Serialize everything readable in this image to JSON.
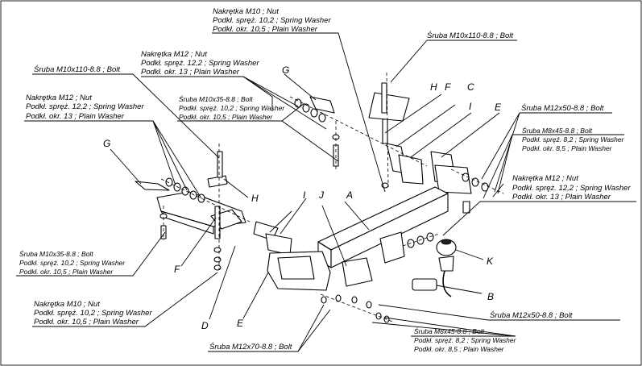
{
  "parts": {
    "A": "A",
    "B": "B",
    "C": "C",
    "D": "D",
    "E": "E",
    "F": "F",
    "G": "G",
    "H": "H",
    "I": "I",
    "J": "J",
    "K": "K"
  },
  "labels": {
    "nut_m10_top": [
      "Nakrętka  M10 ; Nut",
      "Podkł. spręż. 10,2 ; Spring Washer",
      "Podkł. okr. 10,5 ; Plain Washer"
    ],
    "bolt_m10x110_top": "Śruba M10x110-8.8 ;  Bolt",
    "nut_m12_top": [
      "Nakrętka  M12 ; Nut",
      "Podkł. spręż. 12,2 ; Spring Washer",
      "Podkł. okr. 13 ; Plain Washer"
    ],
    "bolt_m10x110_left": "Śruba M10x110-8.8 ;  Bolt",
    "bolt_m10x35_upper": [
      "Śruba M10x35-8.8 ;  Bolt",
      "Podkł. spręż. 10,2 ; Spring Washer",
      "Podkł. okr. 10,5 ; Plain Washer"
    ],
    "nut_m12_left": [
      "Nakrętka  M12 ; Nut",
      "Podkł. spręż. 12,2 ; Spring Washer",
      "Podkł. okr. 13 ; Plain Washer"
    ],
    "bolt_m12x50_right": "Śruba M12x50-8.8 ;  Bolt",
    "bolt_m8x45_right": [
      "Śruba M8x45-8.8 ;  Bolt",
      "Podkł. spręż. 8,2 ; Spring Washer",
      "Podkł. okr. 8,5 ; Plain Washer"
    ],
    "nut_m12_right": [
      "Nakrętka  M12 ; Nut",
      "Podkł. spręż. 12,2 ; Spring Washer",
      "Podkł. okr. 13 ; Plain Washer"
    ],
    "bolt_m10x35_lower": [
      "Śruba M10x35-8.8 ;  Bolt",
      "Podkł. spręż. 10,2 ; Spring Washer",
      "Podkł. okr. 10,5 ; Plain Washer"
    ],
    "nut_m10_lower": [
      "Nakrętka  M10 ; Nut",
      "Podkł. spręż. 10,2 ; Spring Washer",
      "Podkł. okr. 10,5 ; Plain Washer"
    ],
    "bolt_m12x50_lower": "Śruba M12x50-8.8 ;  Bolt",
    "bolt_m8x45_lower": [
      "Śruba M8x45-8.8 ;  Bolt",
      "Podkł. spręż. 8,2 ; Spring Washer",
      "Podkł. okr. 8,5 ; Plain Washer"
    ],
    "bolt_m12x70_bottom": "Śruba M12x70-8.8 ;  Bolt"
  }
}
